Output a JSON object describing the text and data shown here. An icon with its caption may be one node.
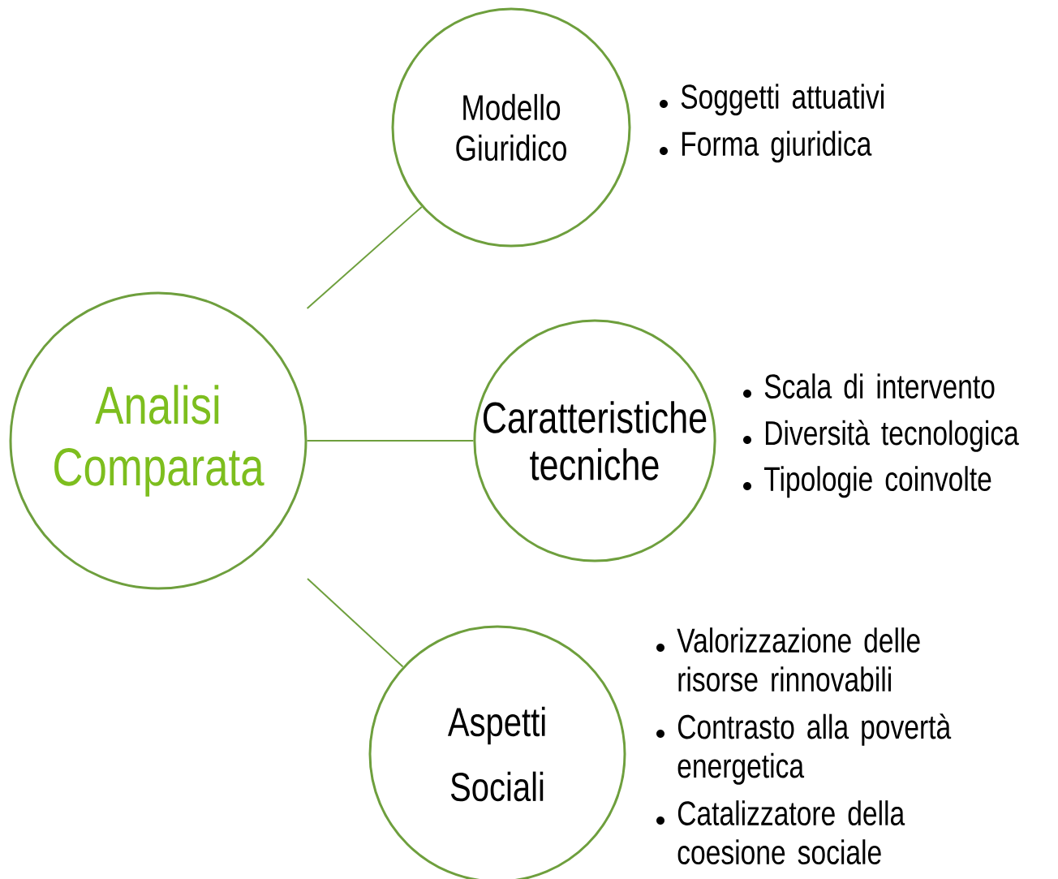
{
  "diagram": {
    "nodes": [
      {
        "text": [
          "Analisi Comparata"
        ]
      },
      {
        "text": [
          "Modello Giuridico"
        ],
        "beside": [
          "Soggetti attuativi",
          "Forma giuridica"
        ]
      },
      {
        "text": [
          "Caratteristiche tecniche"
        ],
        "beside": [
          "Scala di intervento",
          "Diversità tecnologica",
          "Tipologie coinvolte"
        ]
      },
      {
        "text": [
          "Aspetti Sociali"
        ],
        "beside": [
          "Valorizzazione delle risorse rinnovabili",
          "Contrasto alla povertà energetica",
          "Catalizzatore della coesione sociale"
        ]
      }
    ],
    "edges": [
      {
        "from": 0,
        "to": 1,
        "arrow": "none"
      },
      {
        "from": 0,
        "to": 2,
        "arrow": "none"
      },
      {
        "from": 0,
        "to": 3,
        "arrow": "none"
      }
    ]
  }
}
